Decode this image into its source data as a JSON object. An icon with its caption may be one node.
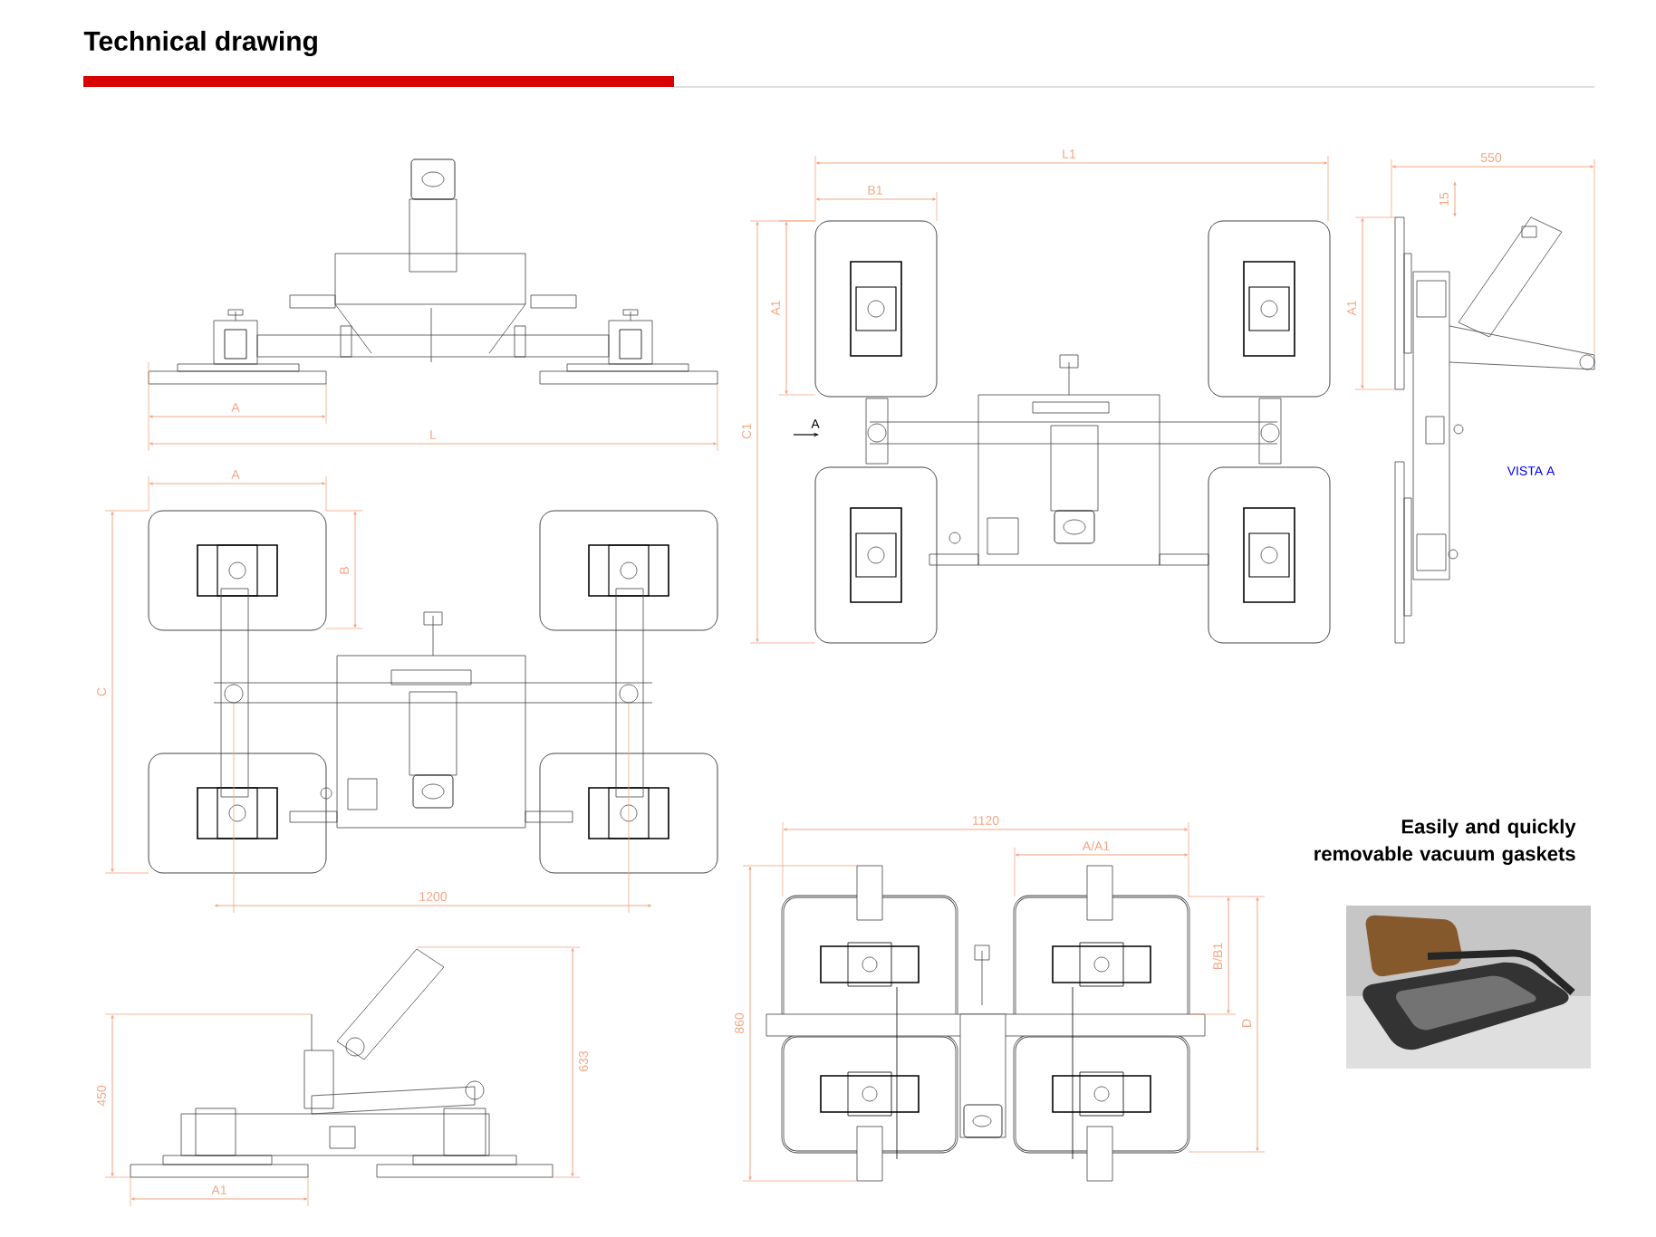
{
  "diagram": {
    "title": "Technical drawing",
    "nodes": [
      {
        "text": [],
        "shape": "picture"
      }
    ],
    "labels": [
      "L1",
      "550",
      "B1",
      "15",
      "A1",
      "A1",
      "C1",
      "A",
      "A",
      "L",
      "VISTA A",
      "A",
      "B",
      "C",
      "Easily and quickly removable vacuum gaskets",
      "1120",
      "A/A1",
      "1200",
      "B/B1",
      "860",
      "D",
      "633",
      "450",
      "A1"
    ]
  }
}
